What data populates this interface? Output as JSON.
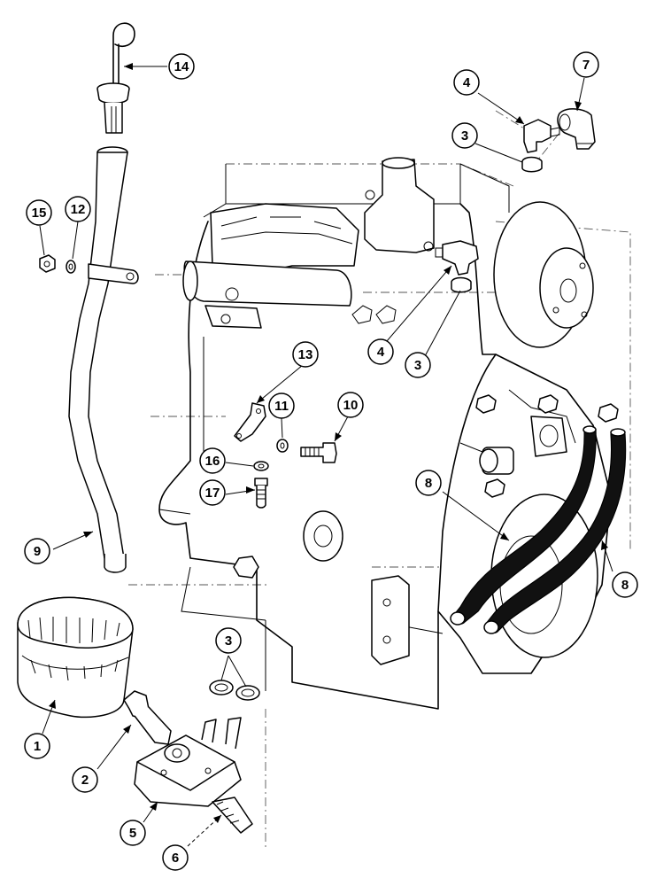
{
  "callouts": [
    {
      "id": "c1",
      "label": "1"
    },
    {
      "id": "c2",
      "label": "2"
    },
    {
      "id": "c3a",
      "label": "3"
    },
    {
      "id": "c3b",
      "label": "3"
    },
    {
      "id": "c3c",
      "label": "3"
    },
    {
      "id": "c4a",
      "label": "4"
    },
    {
      "id": "c4b",
      "label": "4"
    },
    {
      "id": "c5",
      "label": "5"
    },
    {
      "id": "c6",
      "label": "6"
    },
    {
      "id": "c7",
      "label": "7"
    },
    {
      "id": "c8a",
      "label": "8"
    },
    {
      "id": "c8b",
      "label": "8"
    },
    {
      "id": "c9",
      "label": "9"
    },
    {
      "id": "c10",
      "label": "10"
    },
    {
      "id": "c11",
      "label": "11"
    },
    {
      "id": "c12",
      "label": "12"
    },
    {
      "id": "c13",
      "label": "13"
    },
    {
      "id": "c14",
      "label": "14"
    },
    {
      "id": "c15",
      "label": "15"
    },
    {
      "id": "c16",
      "label": "16"
    },
    {
      "id": "c17",
      "label": "17"
    }
  ]
}
